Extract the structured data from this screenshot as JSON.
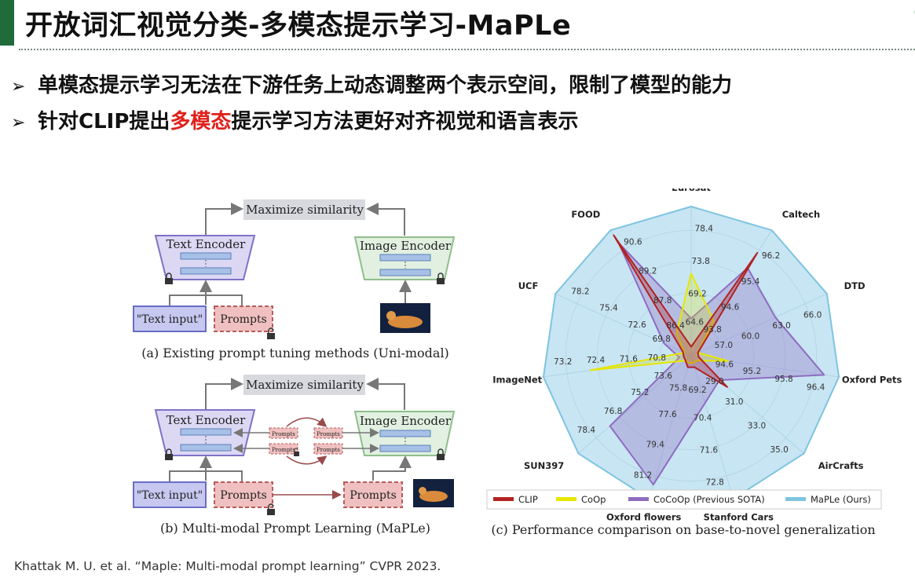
{
  "slide": {
    "title": "开放词汇视觉分类-多模态提示学习-MaPLe",
    "bullets": [
      {
        "arrow": "➢",
        "text": "单模态提示学习无法在下游任务上动态调整两个表示空间，限制了模型的能力"
      },
      {
        "arrow": "➢",
        "prefix": "针对CLIP提出",
        "highlight": "多模态",
        "suffix": "提示学习方法更好对齐视觉和语言表示"
      }
    ],
    "citation": "Khattak M. U. et al. “Maple: Multi-modal prompt learning” CVPR 2023.",
    "colors": {
      "accent": "#1f6b3a",
      "highlight": "#e0201c"
    }
  },
  "diagram": {
    "top": {
      "similarity": "Maximize similarity",
      "text_encoder": "Text Encoder",
      "image_encoder": "Image Encoder",
      "text_input": "\"Text input\"",
      "prompts": "Prompts",
      "caption": "(a) Existing prompt tuning methods (Uni-modal)"
    },
    "bottom": {
      "similarity": "Maximize similarity",
      "text_encoder": "Text Encoder",
      "image_encoder": "Image Encoder",
      "text_input": "\"Text input\"",
      "prompts": "Prompts",
      "prompts_right": "Prompts",
      "mini_prompts": "Prompts",
      "caption": "(b) Multi-modal Prompt Learning (MaPLe)"
    },
    "lock_icon": "lock-icon",
    "unlock_icon": "unlock-icon",
    "image_icon": "cat-image-icon"
  },
  "chart_data": {
    "type": "radar",
    "caption": "(c) Performance comparison on base-to-novel generalization",
    "axes": [
      "Eurosat",
      "Caltech",
      "DTD",
      "Oxford Pets",
      "AirCrafts",
      "Stanford Cars",
      "Oxford flowers",
      "SUN397",
      "ImageNet",
      "UCF",
      "FOOD"
    ],
    "ring_labels": [
      [
        "78.4",
        "73.8",
        "69.2",
        "64.6"
      ],
      [
        "96.2",
        "95.4",
        "94.6",
        "93.8"
      ],
      [
        "66.0",
        "63.0",
        "60.0",
        "57.0"
      ],
      [
        "96.4",
        "95.8",
        "95.2",
        "94.6"
      ],
      [
        "35.0",
        "33.0",
        "31.0",
        "29.0"
      ],
      [
        "72.8",
        "71.6",
        "70.4",
        "69.2"
      ],
      [
        "81.2",
        "79.4",
        "77.6",
        "75.8"
      ],
      [
        "78.4",
        "76.8",
        "75.2",
        "73.6"
      ],
      [
        "73.2",
        "72.4",
        "71.6",
        "70.8"
      ],
      [
        "78.2",
        "75.4",
        "72.6",
        "69.8"
      ],
      [
        "90.6",
        "89.2",
        "87.8",
        "86.4"
      ]
    ],
    "series": [
      {
        "name": "CLIP",
        "color": "#b22222",
        "fill": "rgba(178,34,34,0.28)",
        "r": [
          0.06,
          0.82,
          0.05,
          0.05,
          0.32,
          0.08,
          0.08,
          0.05,
          0.05,
          0.06,
          0.96
        ]
      },
      {
        "name": "CoOp",
        "color": "#e6e600",
        "fill": "rgba(230,230,0,0.25)",
        "r": [
          0.55,
          0.28,
          0.05,
          0.25,
          0.05,
          0.05,
          0.05,
          0.05,
          0.68,
          0.05,
          0.18
        ]
      },
      {
        "name": "CoCoOp (Previous SOTA)",
        "color": "#8e6cc0",
        "fill": "rgba(150,120,200,0.38)",
        "r": [
          0.25,
          0.7,
          0.62,
          0.9,
          0.25,
          0.33,
          0.9,
          0.72,
          0.08,
          0.2,
          0.9
        ]
      },
      {
        "name": "MaPLe (Ours)",
        "color": "#7ec4e0",
        "fill": "rgba(160,210,232,0.45)",
        "r": [
          1.0,
          1.0,
          1.0,
          1.0,
          1.0,
          1.0,
          1.0,
          1.0,
          1.0,
          1.0,
          1.0
        ]
      }
    ]
  }
}
